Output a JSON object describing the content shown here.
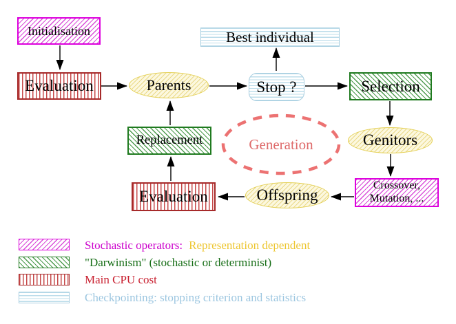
{
  "diagram": {
    "title_hint": "evolutionary-algorithm-loop",
    "nodes": {
      "initialisation": "Initialisation",
      "evaluation_top": "Evaluation",
      "parents": "Parents",
      "best_individual": "Best individual",
      "stop": "Stop ?",
      "selection": "Selection",
      "replacement": "Replacement",
      "generation": "Generation",
      "genitors": "Genitors",
      "evaluation_bottom": "Evaluation",
      "crossover_line1": "Crossover,",
      "crossover_line2": "Mutation, ...",
      "offspring": "Offspring"
    },
    "edges": [
      "initialisation->evaluation_top",
      "evaluation_top->parents",
      "parents->stop",
      "stop->best_individual",
      "stop->selection",
      "selection->genitors",
      "genitors->crossover_mutation",
      "crossover_mutation->offspring",
      "offspring->evaluation_bottom",
      "evaluation_bottom->replacement",
      "replacement->parents"
    ]
  },
  "legend": {
    "items": [
      {
        "pattern": "magenta-diagonal-hatch",
        "label": "Stochastic operators:",
        "label2": "Representation dependent"
      },
      {
        "pattern": "green-diagonal-hatch",
        "label": "\"Darwinism\" (stochastic or determinist)"
      },
      {
        "pattern": "red-vertical-stripes",
        "label": "Main CPU cost"
      },
      {
        "pattern": "blue-horizontal-stripes",
        "label": "Checkpointing: stopping criterion and statistics"
      }
    ]
  },
  "colors": {
    "magenta": "#DD00DD",
    "magenta_text": "#CC00CC",
    "yellow_text": "#EDC630",
    "green": "#1F7A1F",
    "green_text": "#176E17",
    "red": "#A62A2A",
    "red_text": "#C81E2E",
    "light_blue": "#A8CEE0",
    "light_blue_text": "#9CC6E0",
    "ellipse_yellow_border": "#E3CE4E",
    "ellipse_yellow_fill": "#FCF8DF",
    "salmon_dashed": "#EC7272",
    "arrow": "#000000"
  }
}
